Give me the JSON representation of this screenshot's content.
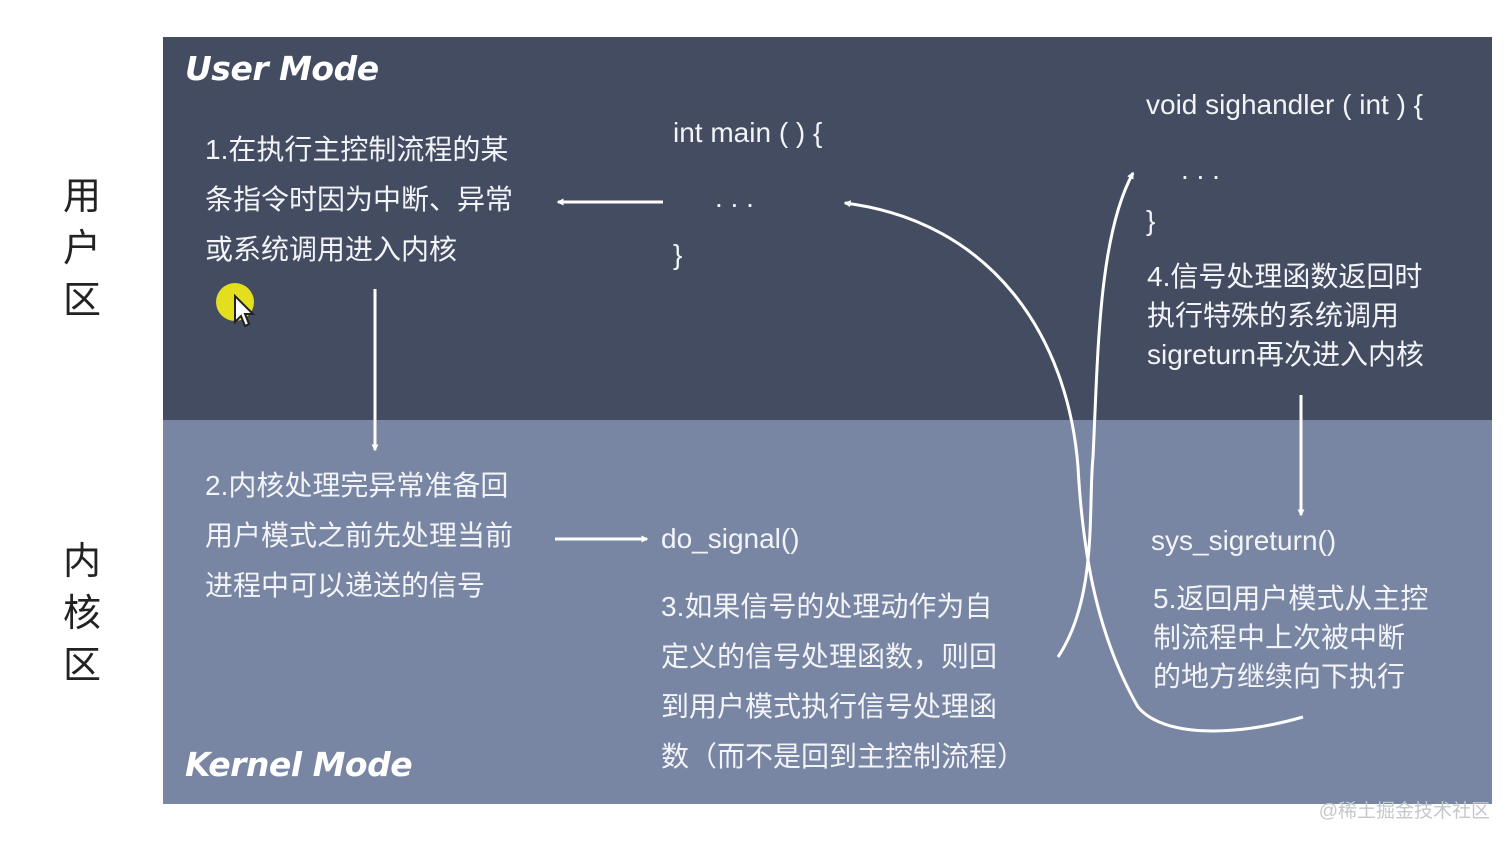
{
  "side_labels": {
    "user": [
      "用",
      "户",
      "区"
    ],
    "kernel": [
      "内",
      "核",
      "区"
    ]
  },
  "modes": {
    "user": "User Mode",
    "kernel": "Kernel Mode"
  },
  "code": {
    "main_open": "int main ( ) {",
    "main_dots": ". . .",
    "main_close": "}",
    "handler_open": "void sighandler ( int ) {",
    "handler_dots": ". . .",
    "handler_close": "}",
    "do_signal": "do_signal()",
    "sys_sigreturn": "sys_sigreturn()"
  },
  "steps": {
    "step1": [
      "1.在执行主控制流程的某",
      "条指令时因为中断、异常",
      "或系统调用进入内核"
    ],
    "step2": [
      "2.内核处理完异常准备回",
      "用户模式之前先处理当前",
      "进程中可以递送的信号"
    ],
    "step3": [
      "3.如果信号的处理动作为自",
      "定义的信号处理函数，则回",
      "到用户模式执行信号处理函",
      "数（而不是回到主控制流程）"
    ],
    "step4": [
      "4.信号处理函数返回时",
      "执行特殊的系统调用",
      "sigreturn再次进入内核"
    ],
    "step5": [
      "5.返回用户模式从主控",
      "制流程中上次被中断",
      "的地方继续向下执行"
    ]
  },
  "watermark": "@稀土掘金技术社区",
  "colors": {
    "user_band": "#434c61",
    "kernel_band": "#7885a3",
    "text": "#f2f4f8",
    "cursor_highlight": "#e3df1f"
  }
}
